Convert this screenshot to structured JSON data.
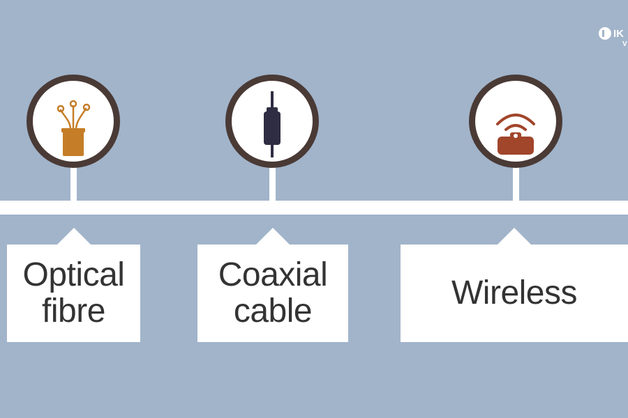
{
  "logo": {
    "text": "IK",
    "sub": "V"
  },
  "items": [
    {
      "label": "Optical\nfibre",
      "icon": "optical-fibre-icon"
    },
    {
      "label": "Coaxial\ncable",
      "icon": "coaxial-cable-icon"
    },
    {
      "label": "Wireless",
      "icon": "wireless-router-icon"
    }
  ],
  "colors": {
    "background": "#a1b4ca",
    "ring": "#4a3a36",
    "fibre": "#c57d27",
    "coax": "#2f2d43",
    "wireless": "#a1452b",
    "text": "#333333"
  }
}
